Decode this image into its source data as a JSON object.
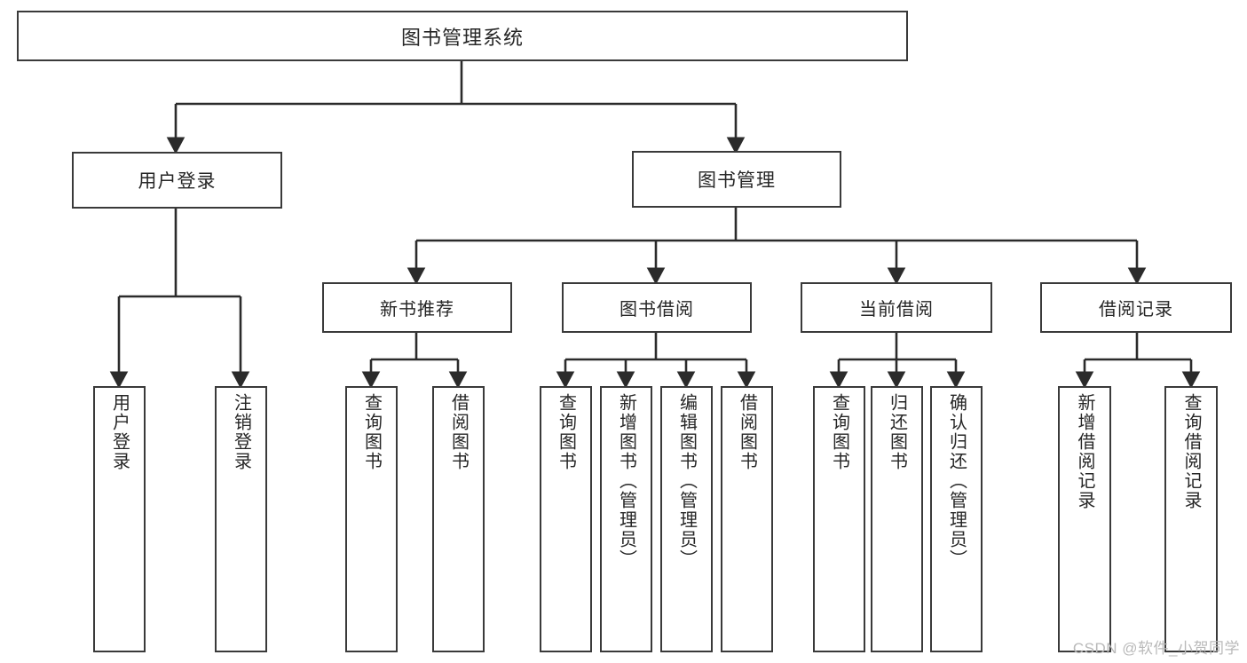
{
  "diagram": {
    "title": "图书管理系统",
    "type": "tree-hierarchy",
    "watermark": "CSDN @软件_小贺同学",
    "colors": {
      "box_border": "#3a3a3a",
      "box_fill": "#ffffff",
      "edge": "#2b2b2b",
      "text": "#262626",
      "watermark": "#b9b9b9",
      "background": "#ffffff"
    }
  },
  "root": {
    "label": "图书管理系统"
  },
  "level1": [
    {
      "label": "用户登录"
    },
    {
      "label": "图书管理"
    }
  ],
  "level2": [
    {
      "label": "新书推荐"
    },
    {
      "label": "图书借阅"
    },
    {
      "label": "当前借阅"
    },
    {
      "label": "借阅记录"
    }
  ],
  "leaves": {
    "user_login": [
      {
        "label": "用户登录"
      },
      {
        "label": "注销登录"
      }
    ],
    "new_book": [
      {
        "label": "查询图书"
      },
      {
        "label": "借阅图书"
      }
    ],
    "book_borrow": [
      {
        "label": "查询图书"
      },
      {
        "label": "新增图书（管理员）"
      },
      {
        "label": "编辑图书（管理员）"
      },
      {
        "label": "借阅图书"
      }
    ],
    "current_borrow": [
      {
        "label": "查询图书"
      },
      {
        "label": "归还图书"
      },
      {
        "label": "确认归还（管理员）"
      }
    ],
    "borrow_record": [
      {
        "label": "新增借阅记录"
      },
      {
        "label": "查询借阅记录"
      }
    ]
  }
}
